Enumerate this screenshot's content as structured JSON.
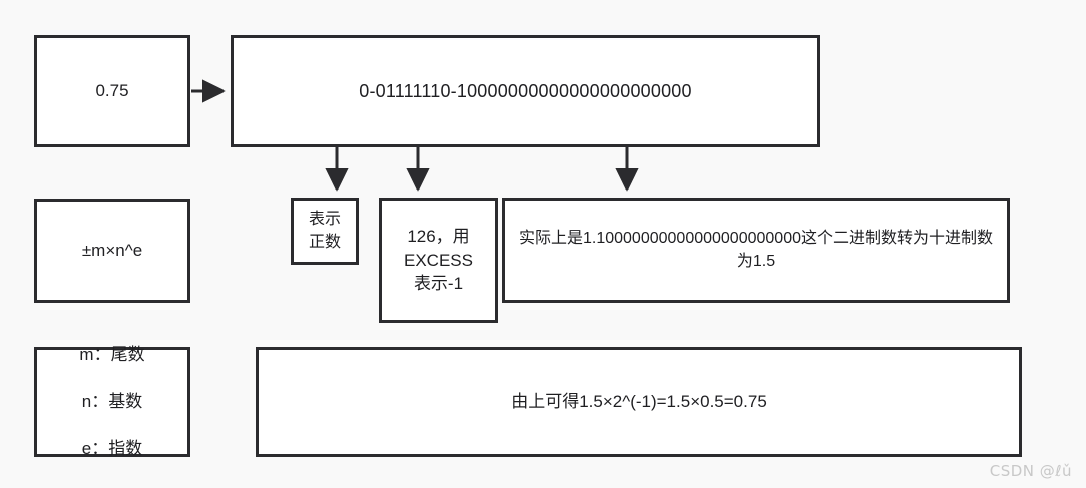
{
  "diagram": {
    "title": "IEEE 754 single precision decomposition of 0.75",
    "background_color": "#f9f9f9",
    "box_fill": "#ffffff",
    "border_color": "#2b2b2e",
    "text_color": "#1f1f22",
    "watermark_color": "#c8c8c8"
  },
  "boxes": {
    "value": {
      "label": "0.75"
    },
    "binary": {
      "label": "0-01111110-10000000000000000000000",
      "sign_bits": "0",
      "exponent_bits": "01111110",
      "mantissa_bits": "10000000000000000000000"
    },
    "formula": {
      "label": "±m×n^e"
    },
    "sign_note": {
      "label": "表示\n正数"
    },
    "exponent_note": {
      "label": "126，用\nEXCESS\n表示-1"
    },
    "mantissa_note": {
      "label": "实际上是1.10000000000000000000000这个二进制数转为十进制数为1.5"
    },
    "legend": {
      "lines": [
        "m：尾数",
        "n：基数",
        "e：指数"
      ]
    },
    "conclusion": {
      "label": "由上可得1.5×2^(-1)=1.5×0.5=0.75"
    }
  },
  "watermark": {
    "label": "CSDN @ℓǔ"
  },
  "icons": {
    "arrow_value_to_binary": "arrow-right-icon",
    "arrow_sign": "arrow-down-icon",
    "arrow_exponent": "arrow-down-icon",
    "arrow_mantissa": "arrow-down-icon"
  }
}
